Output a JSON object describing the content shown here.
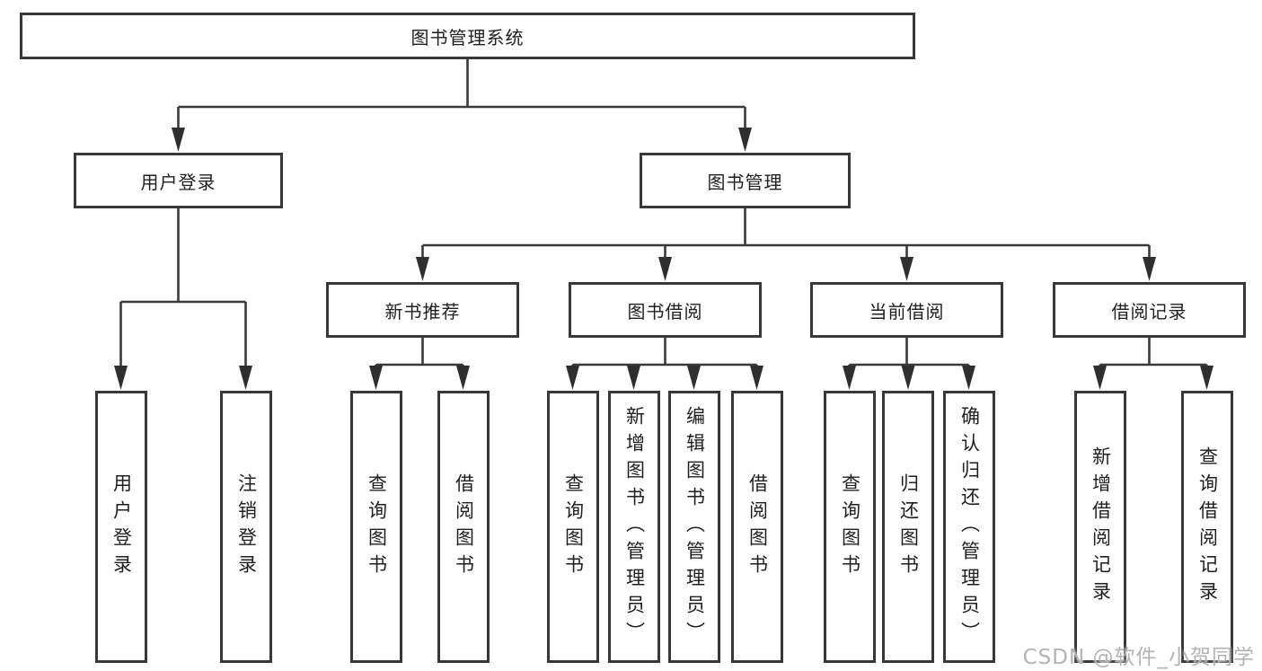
{
  "tree": {
    "root": "图书管理系统",
    "login": {
      "label": "用户登录",
      "children": [
        "用户登录",
        "注销登录"
      ]
    },
    "mgmt": {
      "label": "图书管理",
      "sections": {
        "recommend": {
          "label": "新书推荐",
          "children": [
            "查询图书",
            "借阅图书"
          ]
        },
        "borrow": {
          "label": "图书借阅",
          "children": [
            "查询图书",
            "新增图书（管理员）",
            "编辑图书（管理员）",
            "借阅图书"
          ]
        },
        "current": {
          "label": "当前借阅",
          "children": [
            "查询图书",
            "归还图书",
            "确认归还（管理员）"
          ]
        },
        "records": {
          "label": "借阅记录",
          "children": [
            "新增借阅记录",
            "查询借阅记录"
          ]
        }
      }
    }
  },
  "colors": {
    "line": "#3a3a3a",
    "box_border": "#383838",
    "text": "#1f1f1f",
    "watermark": "#b3b3b3"
  },
  "watermark": "CSDN @软件_小贺同学"
}
